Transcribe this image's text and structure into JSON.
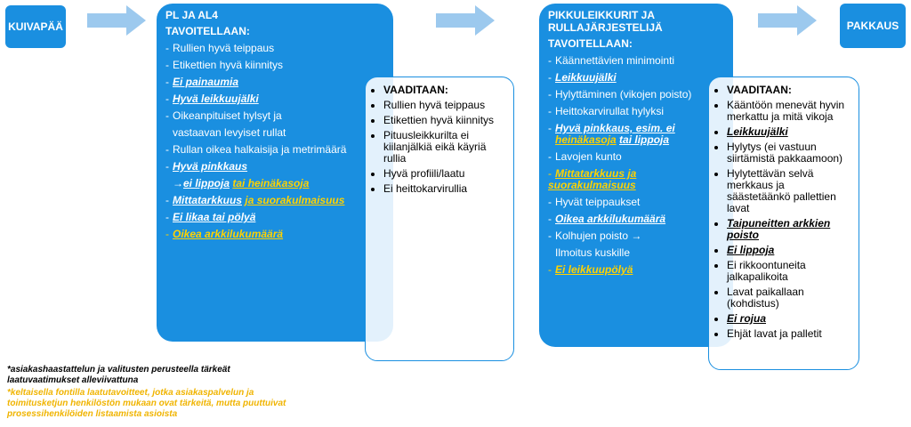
{
  "stages": {
    "kuivapaa": "KUIVAPÄÄ",
    "pakkaus": "PAKKAUS"
  },
  "box1": {
    "title": "PL JA AL4",
    "subtitle": "TAVOITELLAAN:",
    "items": [
      "Rullien hyvä teippaus",
      "Etikettien hyvä kiinnitys",
      "Ei painaumia",
      "Hyvä leikkuujälki",
      "Oikeanpituiset hylsyt ja",
      "vastaavan levyiset rullat",
      "Rullan oikea halkaisija ja metrimäärä",
      "Hyvä pinkkaus",
      "ei lippoja",
      "tai heinäkasoja",
      "Mittatarkkuus",
      "ja suorakulmaisuus",
      "Ei likaa tai pölyä",
      "Oikea arkkilukumäärä"
    ],
    "arrow_glyph": "→"
  },
  "req1": {
    "head": "VAADITAAN:",
    "items": [
      "Rullien hyvä teippaus",
      "Etikettien hyvä kiinnitys",
      "Pituusleikkurilta ei kiilanjälkiä eikä käyriä rullia",
      "Hyvä profiili/laatu",
      "Ei heittokarvirullia"
    ]
  },
  "box2": {
    "title": "PIKKULEIKKURIT JA RULLAJÄRJESTELIJÄ",
    "subtitle": "TAVOITELLAAN:",
    "items": [
      "Käännettävien minimointi",
      "Leikkuujälki",
      "Hylyttäminen (vikojen poisto)",
      "Heittokarvirullat hylyksi",
      "Hyvä pinkkaus, esim. ei",
      "heinäkasoja",
      "tai lippoja",
      "Lavojen kunto",
      "Mittatarkkuus ja suorakulmaisuus",
      "Hyvät teippaukset",
      "Oikea arkkilukumäärä",
      "Kolhujen poisto →",
      "Ilmoitus kuskille",
      "Ei leikkuupölyä"
    ]
  },
  "req2": {
    "head": "VAADITAAN:",
    "items": [
      "Kääntöön menevät hyvin merkattu ja mitä vikoja",
      "Leikkuujälki",
      "Hylytys (ei vastuun siirtämistä pakkaamoon)",
      "Hylytettävän selvä merkkaus ja säästetäänkö pallettien lavat",
      "Taipuneitten arkkien poisto",
      "Ei lippoja",
      "Ei rikkoontuneita jalkapalikoita",
      "Lavat paikallaan (kohdistus)",
      "Ei rojua",
      "Ehjät lavat ja palletit"
    ]
  },
  "footnotes": {
    "note1": "*asiakashaastattelun ja valitusten perusteella tärkeät laatuvaatimukset alleviivattuna",
    "note2": "*keltaisella fontilla laatutavoitteet, jotka asiakaspalvelun ja toimitusketjun henkilöstön mukaan ovat tärkeitä, mutta puuttuivat prosessihenkilöiden listaamista asioista"
  },
  "colors": {
    "blue": "#1a8fe0",
    "arrow": "#9cc9ee",
    "yellow": "#ffd200"
  }
}
